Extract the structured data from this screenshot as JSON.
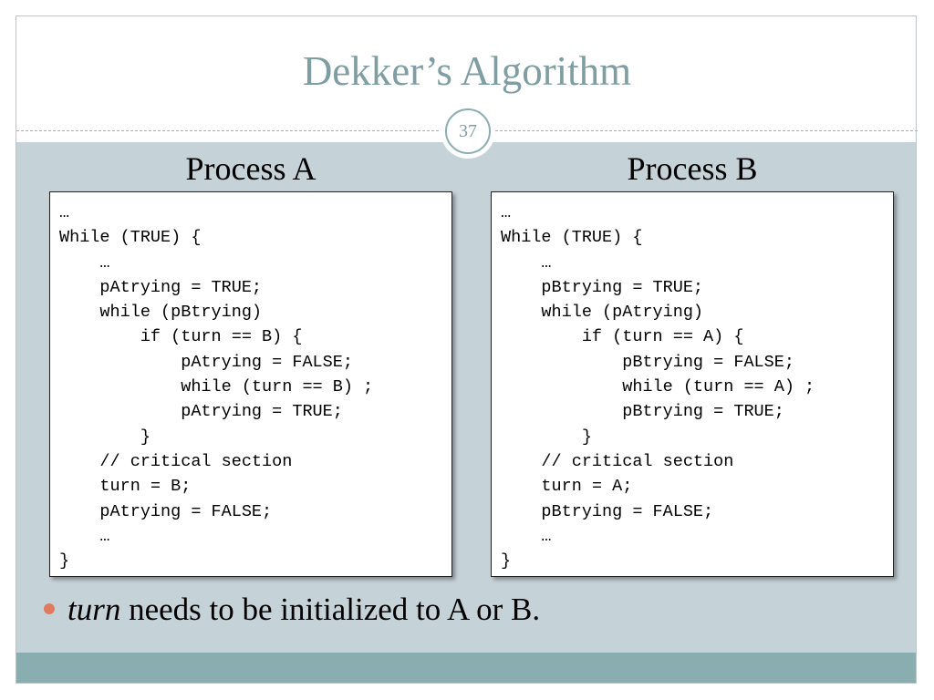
{
  "slide": {
    "title": "Dekker’s Algorithm",
    "number": "37"
  },
  "columns": [
    {
      "title": "Process A",
      "code": [
        "…",
        "While (TRUE) {",
        "    …",
        "    pAtrying = TRUE;",
        "    while (pBtrying)",
        "        if (turn == B) {",
        "            pAtrying = FALSE;",
        "            while (turn == B) ;",
        "            pAtrying = TRUE;",
        "        }",
        "    // critical section",
        "    turn = B;",
        "    pAtrying = FALSE;",
        "    …",
        "}"
      ]
    },
    {
      "title": "Process B",
      "code": [
        "…",
        "While (TRUE) {",
        "    …",
        "    pBtrying = TRUE;",
        "    while (pAtrying)",
        "        if (turn == A) {",
        "            pBtrying = FALSE;",
        "            while (turn == A) ;",
        "            pBtrying = TRUE;",
        "        }",
        "    // critical section",
        "    turn = A;",
        "    pBtrying = FALSE;",
        "    …",
        "}"
      ]
    }
  ],
  "bullet": {
    "emphasis": "turn",
    "text": " needs to be initialized to A or B."
  },
  "colors": {
    "title": "#7f9ea3",
    "content_bg": "#c5d2d8",
    "footer": "#8aadb0",
    "bullet": "#e07a5f"
  }
}
